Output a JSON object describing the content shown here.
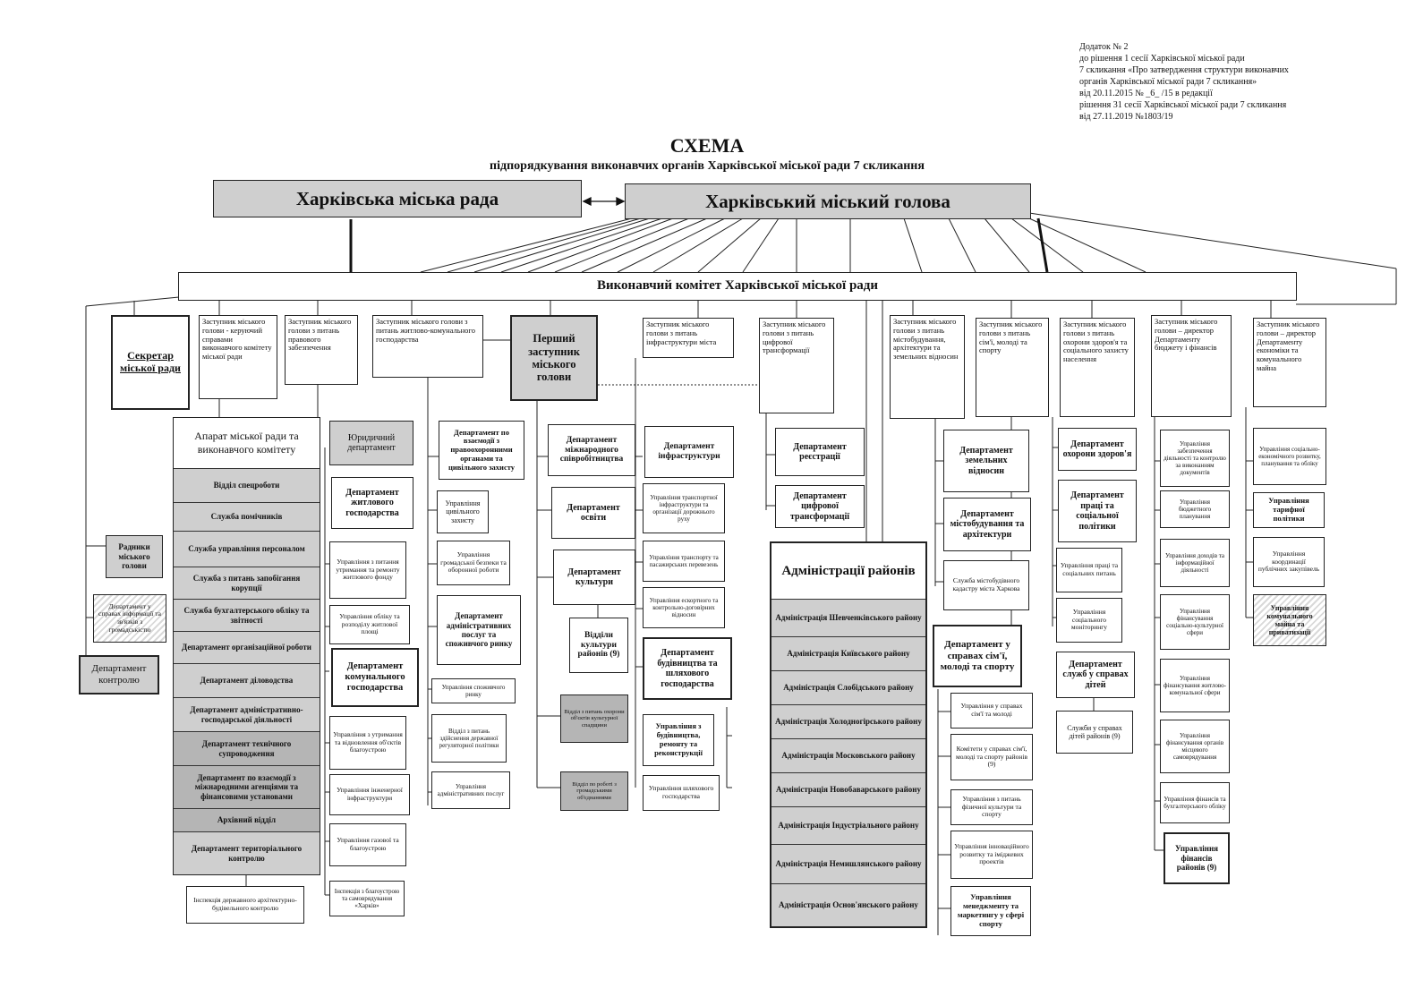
{
  "appendix": {
    "lines": [
      "Додаток № 2",
      "до рішення 1 сесії Харківської міської ради",
      "7 скликання «Про затвердження структури виконавчих",
      "органів Харківської міської ради 7 скликання»",
      "від 20.11.2015  № _6_ /15 в редакції",
      "рішення 31 сесії  Харківської міської ради 7 скликання",
      "від 27.11.2019  №1803/19"
    ]
  },
  "title": {
    "main": "СХЕМА",
    "sub": "підпорядкування виконавчих органів Харківської міської ради 7 скликання"
  },
  "top": {
    "council": "Харківська міська рада",
    "mayor": "Харківський міський голова",
    "exec": "Виконавчий комітет Харківської міської ради"
  },
  "heads": {
    "secretary": "Секретар міської ради",
    "dep_affairs": "Заступник міського голови - керуючий справами виконавчого комітету міської ради",
    "dep_legal": "Заступник міського голови з питань правового забезпечення",
    "dep_housing": "Заступник міського голови з питань житлово-комунального господарства",
    "first": "Перший заступник міського голови",
    "dep_infra": "Заступник міського голови з питань інфраструктури міста",
    "dep_digital": "Заступник міського голови з питань цифрової трансформації",
    "dep_urban": "Заступник міського голови з питань містобудування, архітектури та земельних відносин",
    "dep_family": "Заступник міського голови з питань сім'ї, молоді та спорту",
    "dep_health": "Заступник міського голови з питань охорони здоров'я та соціального захисту населення",
    "dep_budget": "Заступник міського голови – директор Департаменту бюджету і фінансів",
    "dep_econ": "Заступник міського голови – директор Департаменту економіки та комунального майна"
  },
  "left": {
    "advisers": "Радники міського голови",
    "info": "Департамент у справах інформації та зв'язків з громадськістю",
    "control": "Департамент контролю"
  },
  "apparatus": {
    "title": "Апарат міської ради та виконавчого комітету",
    "items": [
      "Відділ спецроботи",
      "Служба помічників",
      "Служба управління персоналом",
      "Служба з питань запобігання корупції",
      "Служба бухгалтерського обліку та звітності",
      "Департамент організаційної роботи",
      "Департамент діловодства",
      "Департамент адміністративно-господарської діяльності",
      "Департамент технічного супроводження",
      "Департамент по взаємодії з міжнародними агенціями та фінансовими установами",
      "Архівний відділ",
      "Департамент територіального контролю"
    ],
    "inspection": "Інспекція державного архітектурно-будівельного контролю"
  },
  "legal": {
    "dept": "Юридичний департамент"
  },
  "housing": {
    "dept": "Департамент житлового господарства",
    "sub1": "Управління з питання утримання та ремонту житлового фонду",
    "sub2": "Управління обліку та розподілу житлової площі",
    "communal": "Департамент комунального господарства",
    "sub3": "Управління з утримання та відновлення об'єктів благоустрою",
    "sub4": "Управління інженерної інфраструктури",
    "sub5": "Управління газової та благоустрою",
    "inspection": "Інспекція з благоустрою та самоврядування «Харків»"
  },
  "law": {
    "dept": "Департамент по взаємодії з правоохоронними органами та цивільного захисту",
    "sub1": "Управління цивільного захисту",
    "sub2": "Управління громадської безпеки та оборонної роботи",
    "admin": "Департамент адміністративних послуг та споживчого ринку",
    "sub3": "Управління споживчого ринку",
    "sub4": "Відділ з питань здійснення державної регуляторної політики",
    "sub5": "Управління адміністративних послуг"
  },
  "first": {
    "intl": "Департамент міжнародного співробітництва",
    "edu": "Департамент освіти",
    "culture": "Департамент культури",
    "culture_districts": "Відділи культури районів (9)",
    "culture_heritage": "Відділ з питань охорони об'єктів культурної спадщини",
    "public": "Відділ по роботі з громадськими об'єднаннями"
  },
  "infra": {
    "dept": "Департамент інфраструктури",
    "sub1": "Управління транспортної інфраструктури та організації дорожнього руху",
    "sub2": "Управління транспорту та пасажирських перевезень",
    "sub3": "Управління ескортного та контрольно-договірних відносин",
    "build": "Департамент будівництва та шляхового господарства",
    "sub4": "Управління з будівництва, ремонту та реконструкції",
    "sub5": "Управління шляхового господарства"
  },
  "digital": {
    "reg": "Департамент реєстрації",
    "trans": "Департамент цифрової трансформації"
  },
  "districts": {
    "title": "Адміністрації районів",
    "items": [
      "Адміністрація Шевченківського району",
      "Адміністрація Київського району",
      "Адміністрація Слобідського району",
      "Адміністрація Холодногірського району",
      "Адміністрація Московського району",
      "Адміністрація Новобаварського району",
      "Адміністрація Індустріального району",
      "Адміністрація Немишлянського району",
      "Адміністрація Основ'янського району"
    ]
  },
  "urban": {
    "land": "Департамент земельних відносин",
    "arch": "Департамент містобудування та архітектури",
    "cadastre": "Служба містобудівного кадастру міста Харкова"
  },
  "family": {
    "dept": "Департамент у справах сім'ї, молоді та спорту",
    "sub1": "Управління у справах сім'ї та молоді",
    "sub2": "Комітети у справах сім'ї, молоді та спорту районів (9)",
    "sub3": "Управління з питань фізичної культури та спорту",
    "sub4": "Управління інноваційного розвитку та іміджевих проектів",
    "sub5": "Управління менеджменту та маркетингу у сфері спорту"
  },
  "health": {
    "dept": "Департамент охорони здоров'я",
    "labor": "Департамент праці та соціальної політики",
    "sub1": "Управління праці та соціальних питань",
    "sub2": "Управління соціального моніторингу",
    "children": "Департамент служб у справах дітей",
    "children_districts": "Служби у справах дітей районів (9)"
  },
  "budget": {
    "items": [
      "Управління забезпечення діяльності та контролю за виконанням документів",
      "Управління бюджетного планування",
      "Управління доходів та інформаційної діяльності",
      "Управління фінансування соціально-культурної сфери",
      "Управління фінансування житлово-комунальної сфери",
      "Управління фінансування органів місцевого самоврядування",
      "Управління фінансів та бухгалтерського обліку",
      "Управління фінансів районів (9)"
    ]
  },
  "econ": {
    "items": [
      "Управління соціально-економічного розвитку, планування та обліку",
      "Управління тарифної політики",
      "Управління координації публічних закупівель",
      "Управління комунального майна та приватизації"
    ]
  }
}
